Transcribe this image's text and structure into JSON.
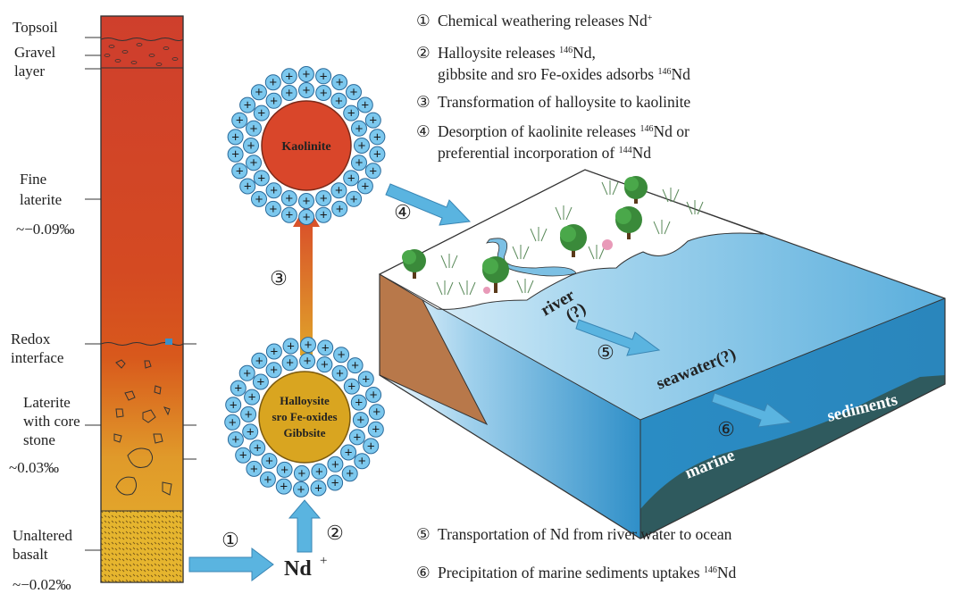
{
  "profile": {
    "layers": [
      {
        "label_lines": [
          "Topsoil"
        ]
      },
      {
        "label_lines": [
          "Gravel",
          "layer"
        ]
      },
      {
        "label_lines": [
          "Fine",
          "laterite"
        ],
        "value": "~−0.09‰"
      },
      {
        "label_lines": [
          "Redox",
          "interface"
        ]
      },
      {
        "label_lines": [
          "Laterite",
          "with core",
          "stone"
        ],
        "value": "~0.03‰"
      },
      {
        "label_lines": [
          "Unaltered",
          "basalt"
        ],
        "value": "~−0.02‰"
      }
    ],
    "colors": {
      "top": "#d0402a",
      "middle": "#d8501e",
      "lower": "#e4a82a",
      "basalt": "#e8b830"
    }
  },
  "minerals": {
    "kaolinite": {
      "label": "Kaolinite",
      "color": "#d9462a"
    },
    "halloysite": {
      "label_lines": [
        "Halloysite",
        "sro Fe-oxides",
        "Gibbsite"
      ],
      "color": "#d9a520"
    },
    "ion_symbol": "+"
  },
  "nd_label": {
    "symbol": "Nd",
    "charge": "+"
  },
  "step_markers": {
    "s1": "①",
    "s2": "②",
    "s3": "③",
    "s4": "④",
    "s5": "⑤",
    "s6": "⑥"
  },
  "landscape": {
    "river": "river",
    "river_q": "(?)",
    "seawater": "seawater(?)",
    "marine": "marine",
    "sediments": "sediments"
  },
  "legend": {
    "items": [
      {
        "num": "①",
        "parts": [
          "Chemical weathering releases Nd",
          "+"
        ]
      },
      {
        "num": "②",
        "parts": [
          "Halloysite releases ",
          "146",
          "Nd,"
        ],
        "line2": [
          "gibbsite and sro Fe-oxides adsorbs ",
          "146",
          "Nd"
        ]
      },
      {
        "num": "③",
        "parts": [
          "Transformation of halloysite to kaolinite"
        ]
      },
      {
        "num": "④",
        "parts": [
          "Desorption of kaolinite releases ",
          "146",
          "Nd or"
        ],
        "line2": [
          "preferential incorporation of ",
          "144",
          "Nd"
        ]
      },
      {
        "num": "⑤",
        "parts": [
          "Transportation of Nd from river water to ocean"
        ]
      },
      {
        "num": "⑥",
        "parts": [
          "Precipitation of  marine sediments uptakes ",
          "146",
          "Nd"
        ]
      }
    ]
  },
  "colors": {
    "arrow": "#5ab4e0",
    "ion_fill": "#7cc8ee",
    "ocean_top": "#8fcbe8",
    "ocean_deep": "#2a90c4",
    "sediment": "#2f5a5e",
    "bank": "#b8784a"
  }
}
